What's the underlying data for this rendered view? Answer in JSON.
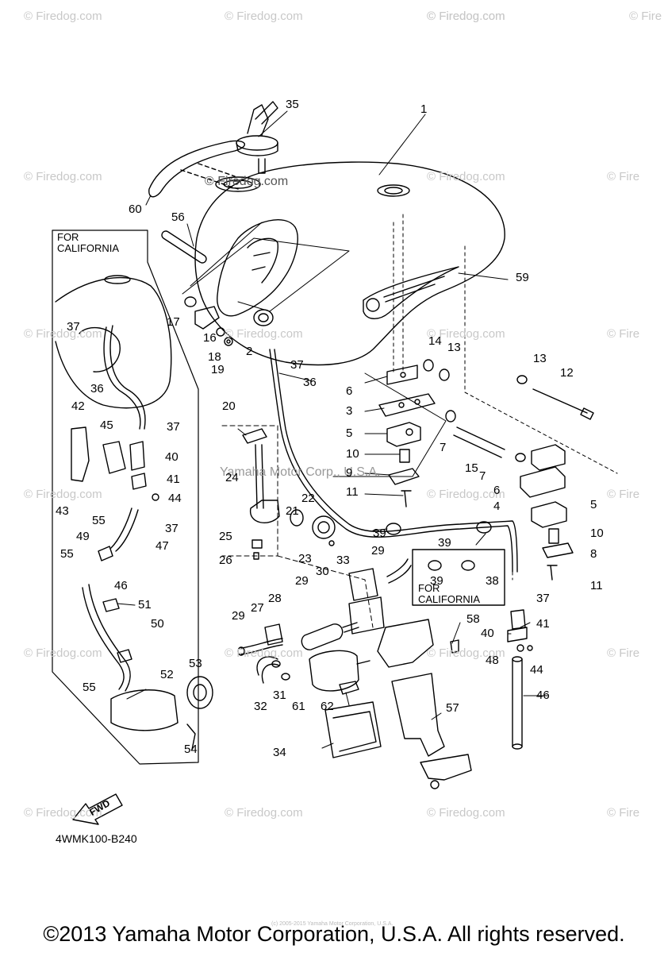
{
  "watermarks": [
    {
      "text": "© Firedog.com"
    },
    {
      "text": "© Firedog.com"
    },
    {
      "text": "© Firedog.com"
    },
    {
      "text": "© Firedog.com"
    },
    {
      "text": "© Fire"
    },
    {
      "text": "© Firedog.com"
    },
    {
      "text": "© Firedog.com"
    },
    {
      "text": "© Fire"
    },
    {
      "text": "© Firedog.com"
    },
    {
      "text": "© Firedog.com"
    },
    {
      "text": "© Firedog.com"
    },
    {
      "text": "© Fire"
    },
    {
      "text": "© Firedog.com"
    },
    {
      "text": "© Firedog.com"
    },
    {
      "text": "© Fire"
    },
    {
      "text": "© Firedog.com"
    },
    {
      "text": "© Firedog.com"
    },
    {
      "text": "© Firedog.com"
    },
    {
      "text": "© Fire"
    },
    {
      "text": "© Firedog.com"
    },
    {
      "text": "© Firedog.com"
    },
    {
      "text": "© Firedog.com"
    },
    {
      "text": "© Fire"
    }
  ],
  "watermark_center": "© Firedog.com",
  "watermark_yamaha": "Yamaha Motor Corp., U.S.A.",
  "part_labels": [
    "1",
    "2",
    "3",
    "4",
    "5",
    "5",
    "6",
    "6",
    "7",
    "7",
    "8",
    "9",
    "10",
    "10",
    "11",
    "11",
    "12",
    "13",
    "13",
    "14",
    "15",
    "16",
    "17",
    "18",
    "19",
    "20",
    "21",
    "22",
    "23",
    "24",
    "25",
    "26",
    "27",
    "28",
    "29",
    "29",
    "29",
    "30",
    "31",
    "32",
    "33",
    "34",
    "35",
    "36",
    "36",
    "37",
    "37",
    "37",
    "37",
    "37",
    "38",
    "39",
    "39",
    "39",
    "40",
    "40",
    "41",
    "41",
    "42",
    "43",
    "44",
    "44",
    "45",
    "46",
    "46",
    "47",
    "48",
    "49",
    "50",
    "51",
    "52",
    "53",
    "54",
    "55",
    "55",
    "55",
    "56",
    "57",
    "58",
    "59",
    "60",
    "61",
    "62"
  ],
  "california_box_label": "FOR\nCALIFORNIA",
  "california_small_label": "FOR\nCALIFORNIA",
  "fwd_label": "FWD",
  "diagram_code": "4WMK100-B240",
  "tiny_text": "(c) 2005-2015 Yamaha Motor Corporation, U.S.A.",
  "copyright": "©2013 Yamaha Motor Corporation, U.S.A. All rights reserved."
}
